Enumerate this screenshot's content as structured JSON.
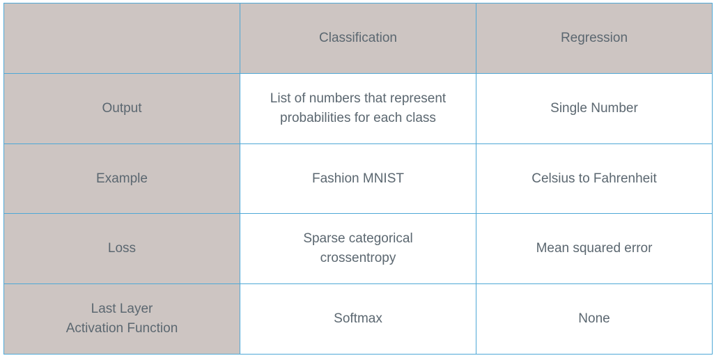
{
  "table": {
    "headers": [
      "",
      "Classification",
      "Regression"
    ],
    "rows": [
      {
        "label": [
          "Output"
        ],
        "classification": [
          "List of numbers that represent",
          "probabilities for each class"
        ],
        "regression": [
          "Single Number"
        ]
      },
      {
        "label": [
          "Example"
        ],
        "classification": [
          "Fashion MNIST"
        ],
        "regression": [
          "Celsius to Fahrenheit"
        ]
      },
      {
        "label": [
          "Loss"
        ],
        "classification": [
          "Sparse categorical",
          "crossentropy"
        ],
        "regression": [
          "Mean squared error"
        ]
      },
      {
        "label": [
          "Last Layer",
          "Activation Function"
        ],
        "classification": [
          "Softmax"
        ],
        "regression": [
          "None"
        ]
      }
    ]
  },
  "colors": {
    "border": "#4ea8d6",
    "shaded_cell": "#cdc5c2",
    "text": "#5b6770"
  }
}
